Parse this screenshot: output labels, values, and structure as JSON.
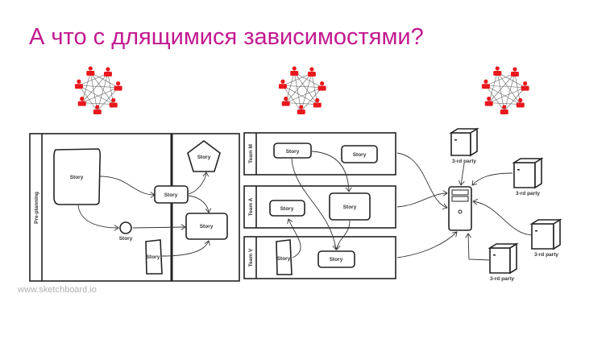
{
  "slide": {
    "title": "А что с длящимися зависимостями?",
    "watermark": "www.sketchboard.io",
    "accent_color": "#c2188f"
  },
  "left_diagram": {
    "lane_label": "Pre-planning",
    "stories": [
      "Story",
      "Story",
      "Story",
      "Story",
      "Story",
      "Story"
    ]
  },
  "right_diagram": {
    "lanes": [
      {
        "label": "Team M",
        "stories": [
          "Story",
          "Story"
        ]
      },
      {
        "label": "Team A",
        "stories": [
          "Story",
          "Story"
        ]
      },
      {
        "label": "Team V",
        "stories": [
          "Story",
          "Story"
        ]
      }
    ],
    "third_parties": [
      "3-rd party",
      "3-rd party",
      "3-rd party",
      "3-rd party"
    ]
  },
  "icons": [
    "team-network-icon",
    "server-icon",
    "third-party-server-icon"
  ]
}
